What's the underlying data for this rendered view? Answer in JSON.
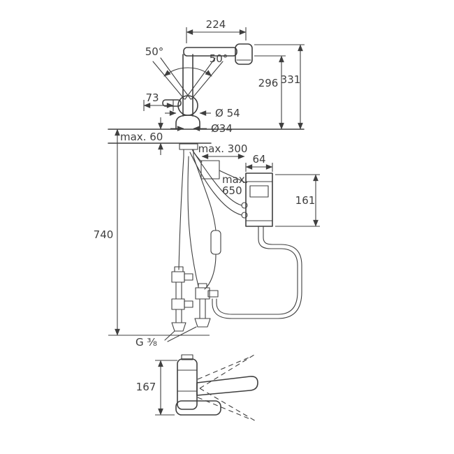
{
  "page": {
    "background": "#ffffff",
    "line_color": "#3f3f3f"
  },
  "labels": {
    "dim_224": "224",
    "angle_left": "50°",
    "angle_right": "50°",
    "dim_73": "73",
    "dim_296": "296",
    "dim_331": "331",
    "dia_54": "Ø 54",
    "dia_34": "Ø34",
    "max_60": "max. 60",
    "max_300": "max. 300",
    "max_650_line1": "max.",
    "max_650_line2": "650",
    "dim_64": "64",
    "dim_161": "161",
    "dim_740": "740",
    "thread": "G ³⁄₈",
    "dim_167": "167"
  }
}
